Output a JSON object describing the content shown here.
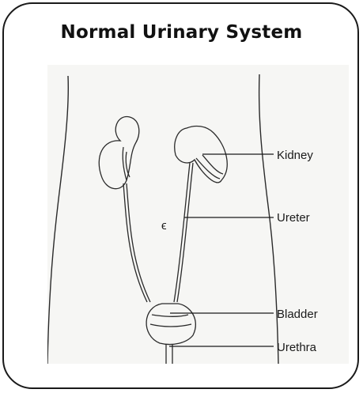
{
  "title": "Normal Urinary System",
  "labels": {
    "kidney": "Kidney",
    "ureter": "Ureter",
    "bladder": "Bladder",
    "urethra": "Urethra"
  },
  "colors": {
    "line": "#2a2a2a",
    "background": "#ffffff",
    "illustration_bg": "#f6f6f4"
  }
}
